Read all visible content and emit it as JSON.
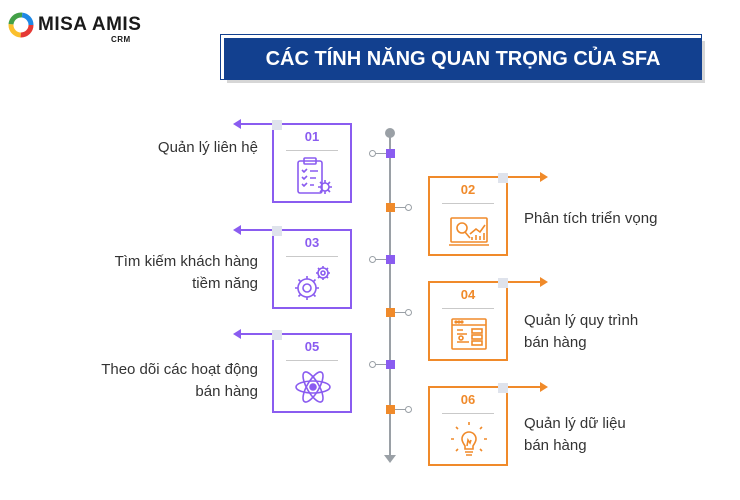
{
  "brand": {
    "name": "MISA AMIS",
    "sub": "CRM"
  },
  "title": "CÁC TÍNH NĂNG QUAN TRỌNG CỦA SFA",
  "colors": {
    "purple": "#8a5cf0",
    "orange": "#f08a2a",
    "navy": "#12408f",
    "spine": "#9aa0a6"
  },
  "features": [
    {
      "num": "01",
      "label": "Quản lý liên hệ",
      "icon": "clipboard-gear-icon"
    },
    {
      "num": "02",
      "label": "Phân tích triển vọng",
      "icon": "analytics-chart-icon"
    },
    {
      "num": "03",
      "label_lines": [
        "Tìm kiếm khách hàng",
        "tiềm năng"
      ],
      "icon": "gears-icon"
    },
    {
      "num": "04",
      "label_lines": [
        "Quản lý quy trình",
        "bán hàng"
      ],
      "icon": "workflow-window-icon"
    },
    {
      "num": "05",
      "label_lines": [
        "Theo dõi các hoạt động",
        "bán hàng"
      ],
      "icon": "atom-icon"
    },
    {
      "num": "06",
      "label_lines": [
        "Quản lý dữ liệu",
        "bán hàng"
      ],
      "icon": "lightbulb-icon"
    }
  ]
}
